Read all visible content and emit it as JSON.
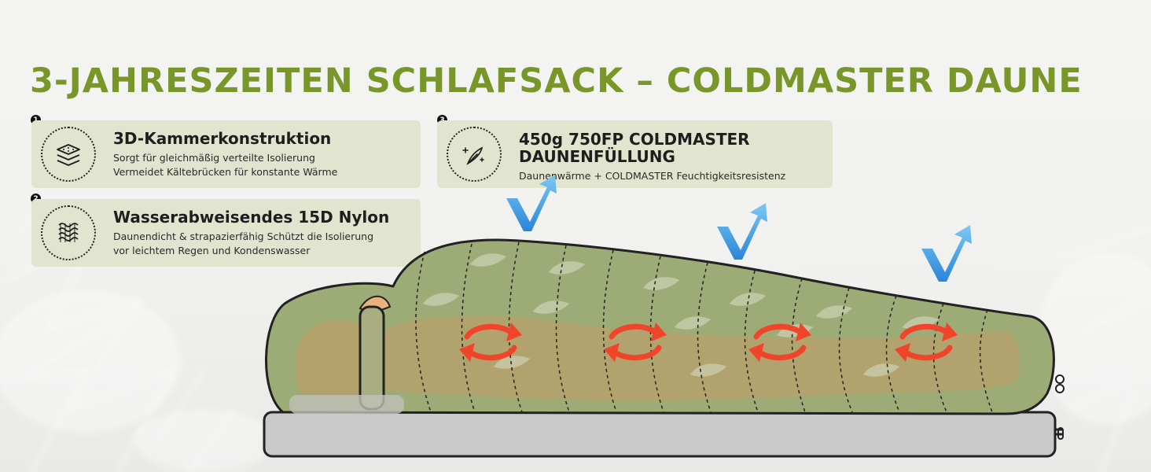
{
  "title": "3-JAHRESZEITEN SCHLAFSACK – COLDMASTER DAUNE",
  "colors": {
    "title": "#79962a",
    "card_background": "#e1e5cf",
    "bag_fill": "#9dab77",
    "body_fill": "#b9a06b",
    "mat_fill": "#c9c9c9",
    "warm_arrow": "#f0452b",
    "cool_arrow": "#3c9ee0"
  },
  "features": [
    {
      "number": "1",
      "icon": "layers-icon",
      "heading": "3D-Kammerkonstruktion",
      "lines": [
        "Sorgt für gleichmäßig verteilte Isolierung",
        "Vermeidet Kältebrücken für konstante Wärme"
      ]
    },
    {
      "number": "2",
      "icon": "fabric-weave-icon",
      "heading": "Wasserabweisendes 15D Nylon",
      "lines": [
        "Daunendicht & strapazierfähig Schützt die Isolierung",
        "vor leichtem Regen und Kondenswasser"
      ]
    },
    {
      "number": "3",
      "icon": "feather-sparkle-icon",
      "heading_lines": [
        "450g 750FP COLDMASTER",
        "DAUNENFÜLLUNG"
      ],
      "lines": [
        "Daunenwärme + COLDMASTER Feuchtigkeitsresistenz"
      ]
    }
  ],
  "illustration": {
    "subject": "sleeping-bag-with-person-icon",
    "warm_circulation_icons": 4,
    "moisture_out_icons": 3
  }
}
